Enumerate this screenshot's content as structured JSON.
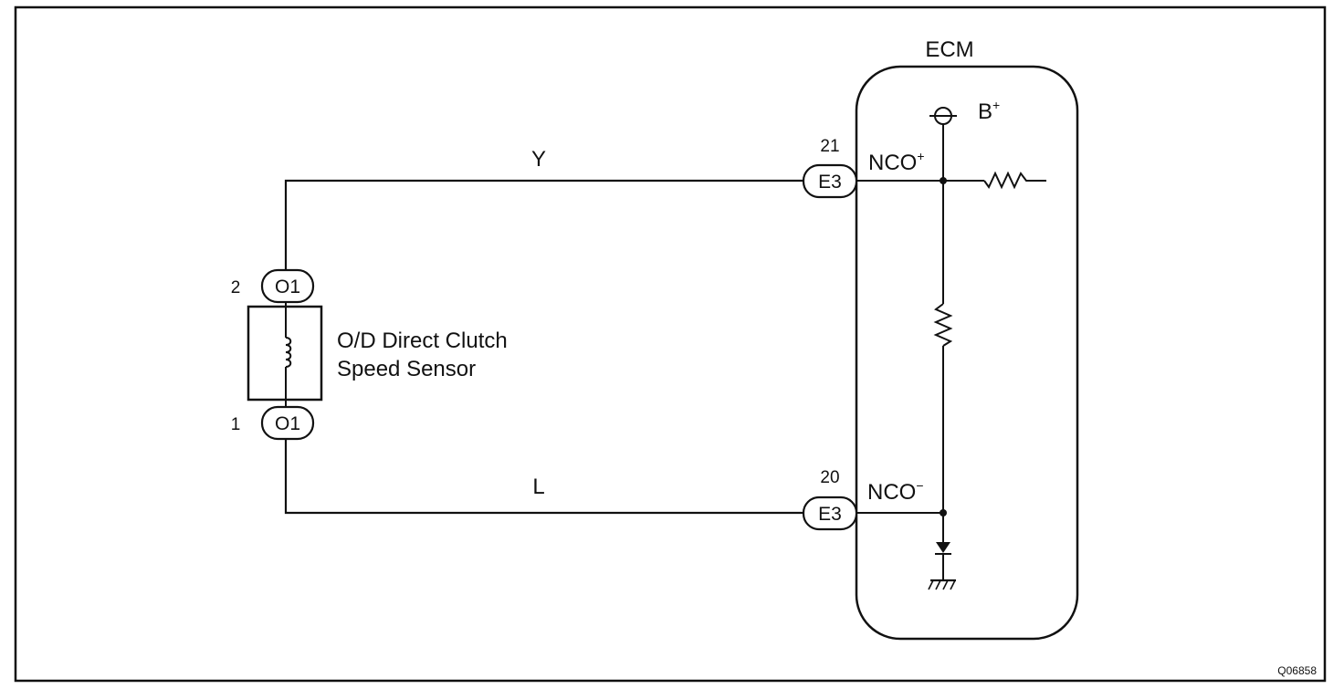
{
  "ecm": {
    "title": "ECM",
    "power_label": "B",
    "power_sup": "+",
    "pin_plus_label": "NCO",
    "pin_plus_sup": "+",
    "pin_minus_label": "NCO",
    "pin_minus_sup": "−"
  },
  "sensor": {
    "name_line1": "O/D Direct Clutch",
    "name_line2": "Speed Sensor",
    "connector_top": "O1",
    "connector_bottom": "O1",
    "pin_top": "2",
    "pin_bottom": "1"
  },
  "ecm_connectors": {
    "top_connector": "E3",
    "top_pin": "21",
    "bottom_connector": "E3",
    "bottom_pin": "20"
  },
  "wires": {
    "top_color": "Y",
    "bottom_color": "L"
  },
  "figure_code": "Q06858"
}
